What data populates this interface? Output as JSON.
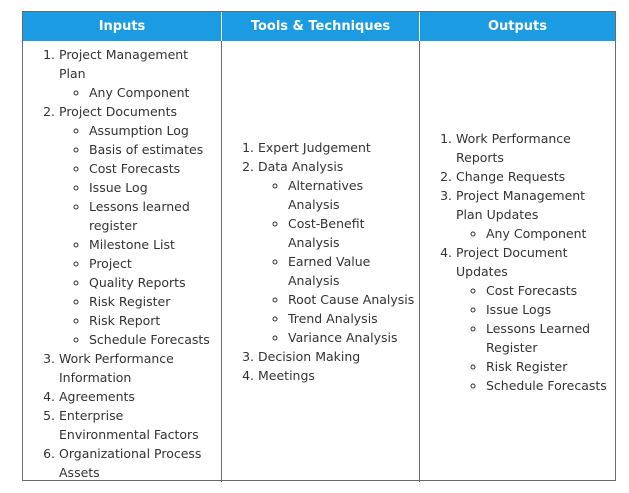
{
  "headers": {
    "inputs": "Inputs",
    "tools": "Tools & Techniques",
    "outputs": "Outputs"
  },
  "inputs": [
    {
      "label": "Project Management Plan",
      "sub": [
        "Any Component"
      ]
    },
    {
      "label": "Project Documents",
      "sub": [
        "Assumption Log",
        "Basis of estimates",
        "Cost Forecasts",
        "Issue Log",
        "Lessons learned register",
        "Milestone List",
        "Project",
        "Quality Reports",
        "Risk Register",
        "Risk Report",
        "Schedule Forecasts"
      ]
    },
    {
      "label": "Work Performance Information",
      "sub": []
    },
    {
      "label": "Agreements",
      "sub": []
    },
    {
      "label": "Enterprise Environmental Factors",
      "sub": []
    },
    {
      "label": "Organizational Process Assets",
      "sub": []
    }
  ],
  "tools": [
    {
      "label": "Expert Judgement",
      "sub": []
    },
    {
      "label": "Data Analysis",
      "sub": [
        "Alternatives Analysis",
        "Cost-Benefit Analysis",
        "Earned Value Analysis",
        "Root Cause Analysis",
        "Trend Analysis",
        "Variance Analysis"
      ]
    },
    {
      "label": "Decision Making",
      "sub": []
    },
    {
      "label": "Meetings",
      "sub": []
    }
  ],
  "outputs": [
    {
      "label": "Work Performance Reports",
      "sub": []
    },
    {
      "label": "Change Requests",
      "sub": []
    },
    {
      "label": "Project Management Plan Updates",
      "sub": [
        "Any Component"
      ]
    },
    {
      "label": "Project Document Updates",
      "sub": [
        "Cost Forecasts",
        "Issue Logs",
        "Lessons Learned Register",
        "Risk Register",
        "Schedule Forecasts"
      ]
    }
  ]
}
